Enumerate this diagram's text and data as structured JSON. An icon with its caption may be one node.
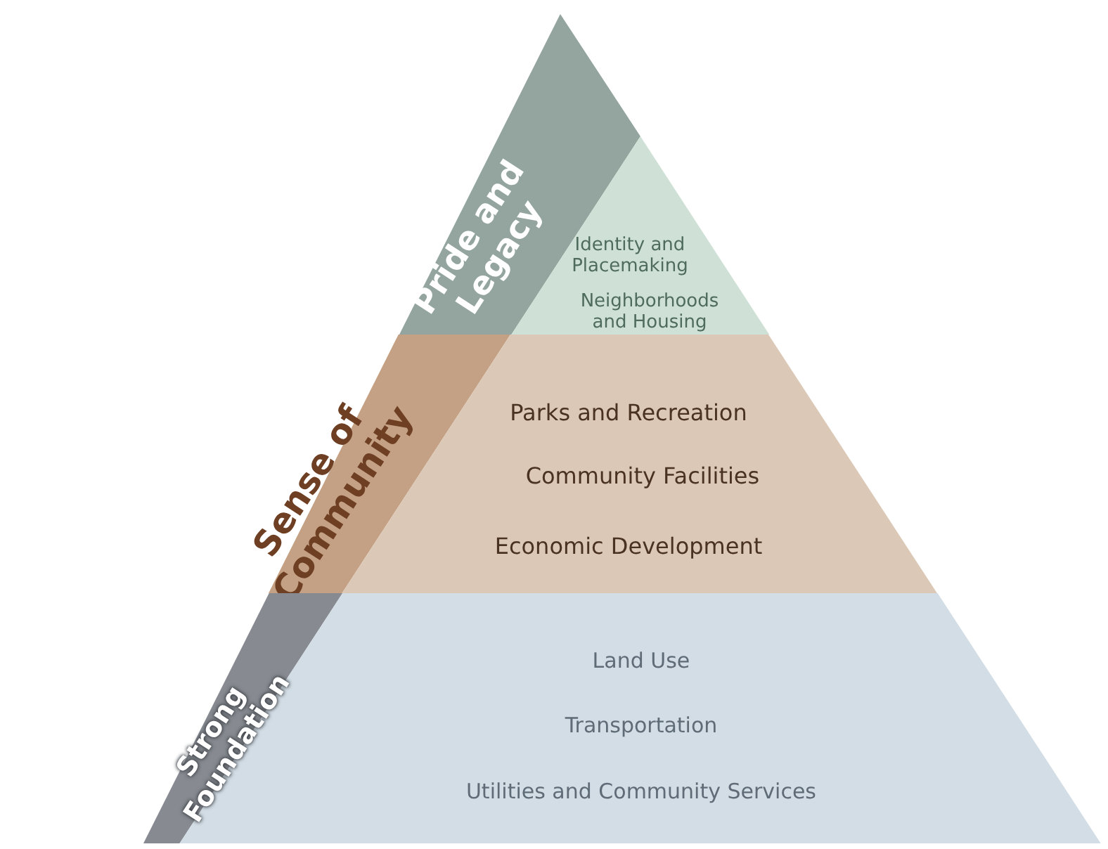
{
  "diagram": {
    "nodes": [
      {
        "text": [
          "Pride and Legacy",
          "Identity and Placemaking",
          "Neighborhoods and Housing"
        ]
      },
      {
        "text": [
          "Sense of Community",
          "Parks and Recreation",
          "Community Facilities",
          "Economic Development"
        ]
      },
      {
        "text": [
          "Strong Foundation",
          "Land Use",
          "Transportation",
          "Utilities and Community Services"
        ]
      }
    ]
  }
}
